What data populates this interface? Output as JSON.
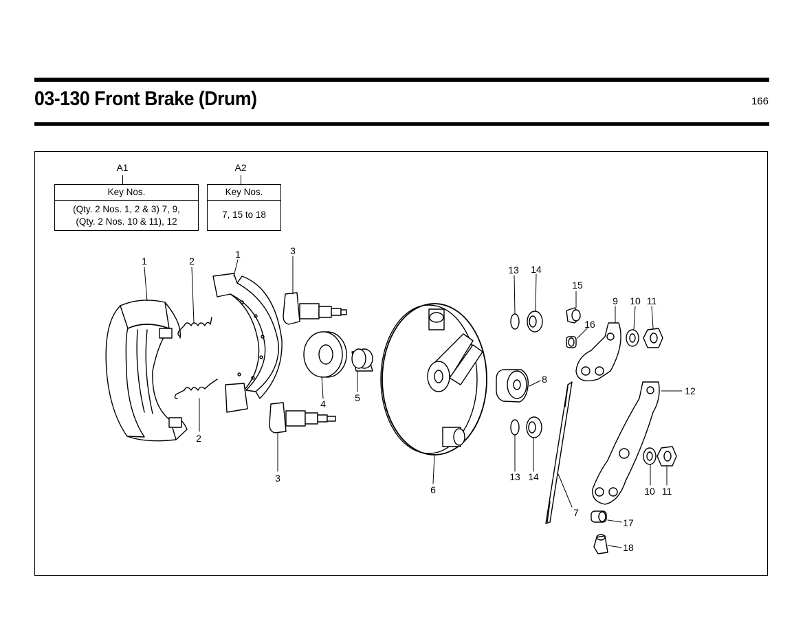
{
  "header": {
    "title": "03-130 Front Brake (Drum)",
    "page_number": "166"
  },
  "assemblies": [
    {
      "label": "A1",
      "key_header": "Key Nos.",
      "key_lines": [
        "(Qty. 2 Nos. 1, 2 & 3) 7, 9,",
        "(Qty. 2 Nos. 10 & 11), 12"
      ]
    },
    {
      "label": "A2",
      "key_header": "Key Nos.",
      "key_lines": [
        "7, 15 to 18"
      ]
    }
  ],
  "callouts": {
    "c1a": "1",
    "c1b": "1",
    "c2a": "2",
    "c2b": "2",
    "c3a": "3",
    "c3b": "3",
    "c4": "4",
    "c5": "5",
    "c6": "6",
    "c7": "7",
    "c8": "8",
    "c9": "9",
    "c10a": "10",
    "c10b": "10",
    "c11a": "11",
    "c11b": "11",
    "c12": "12",
    "c13a": "13",
    "c13b": "13",
    "c14a": "14",
    "c14b": "14",
    "c15": "15",
    "c16": "16",
    "c17": "17",
    "c18": "18"
  },
  "colors": {
    "line": "#000000",
    "background": "#ffffff",
    "shade": "#bdbdbd"
  }
}
